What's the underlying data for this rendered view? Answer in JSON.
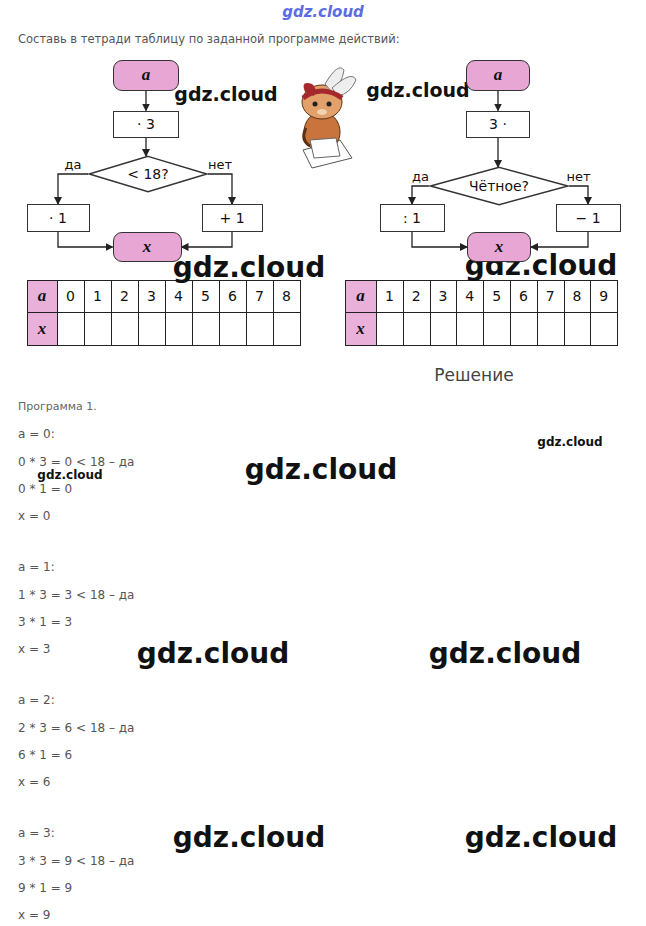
{
  "diagram": {
    "title": "Составь в тетради таблицу по заданной программе действий:",
    "nodes": [
      {
        "text": [
          "a"
        ]
      },
      {
        "text": [
          "· 3"
        ]
      },
      {
        "text": [
          "< 18?"
        ]
      },
      {
        "text": [
          "· 1"
        ]
      },
      {
        "text": [
          "+ 1"
        ]
      },
      {
        "text": [
          "x"
        ]
      },
      {
        "text": [
          "a"
        ]
      },
      {
        "text": [
          "3 ·"
        ]
      },
      {
        "text": [
          "Чётное?"
        ]
      },
      {
        "text": [
          ": 1"
        ]
      },
      {
        "text": [
          "− 1"
        ]
      },
      {
        "text": [
          "x"
        ]
      }
    ],
    "edges": [
      {
        "from": 0,
        "to": 1,
        "arrow": "to"
      },
      {
        "from": 1,
        "to": 2,
        "arrow": "to"
      },
      {
        "from": 2,
        "to": 3,
        "arrow": "to",
        "label": "да"
      },
      {
        "from": 2,
        "to": 4,
        "arrow": "to",
        "label": "нет"
      },
      {
        "from": 3,
        "to": 5,
        "arrow": "to"
      },
      {
        "from": 4,
        "to": 5,
        "arrow": "to"
      },
      {
        "from": 6,
        "to": 7,
        "arrow": "to"
      },
      {
        "from": 7,
        "to": 8,
        "arrow": "to"
      },
      {
        "from": 8,
        "to": 9,
        "arrow": "to",
        "label": "да"
      },
      {
        "from": 8,
        "to": 10,
        "arrow": "to",
        "label": "нет"
      },
      {
        "from": 9,
        "to": 11,
        "arrow": "to"
      },
      {
        "from": 10,
        "to": 11,
        "arrow": "to"
      }
    ],
    "labels": [
      "gdz.cloud",
      "gdz.cloud",
      "gdz.cloud",
      "gdz.cloud",
      "gdz.cloud",
      "a",
      "0",
      "1",
      "2",
      "3",
      "4",
      "5",
      "6",
      "7",
      "8",
      "x",
      "a",
      "1",
      "2",
      "3",
      "4",
      "5",
      "6",
      "7",
      "8",
      "9",
      "x",
      "Решение",
      "Программа 1.",
      "gdz.cloud",
      "a = 0:",
      "gdz.cloud",
      "0 * 3 = 0 < 18 – да",
      "gdz.cloud",
      "0 * 1 = 0",
      "x = 0",
      "a = 1:",
      "1 * 3 = 3 < 18 – да",
      "3 * 1 = 3",
      "x = 3",
      "gdz.cloud",
      "gdz.cloud",
      "a = 2:",
      "2 * 3 = 6 < 18 – да",
      "6 * 1 = 6",
      "x = 6",
      "a = 3:",
      "gdz.cloud",
      "gdz.cloud",
      "3 * 3 = 9 < 18 – да",
      "9 * 1 = 9",
      "x = 9"
    ]
  }
}
